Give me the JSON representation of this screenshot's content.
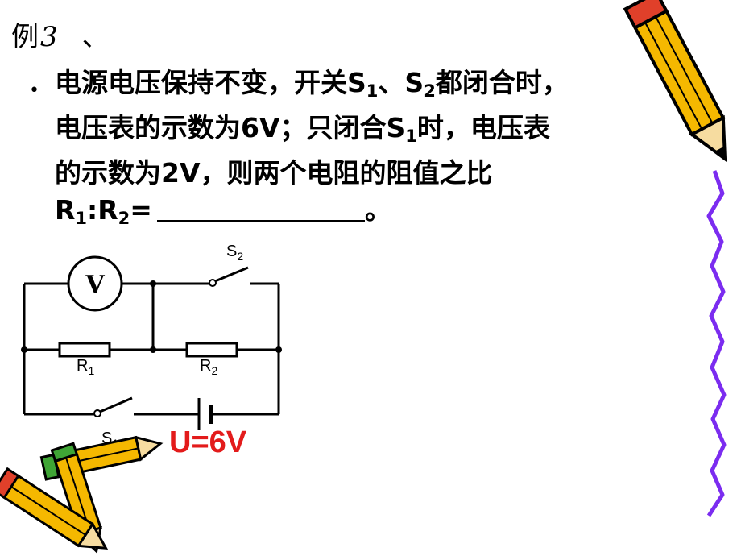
{
  "title": {
    "prefix": "例",
    "number": "3",
    "mark": "、"
  },
  "bullet": "•",
  "problem": {
    "l1a": "电源电压保持不变，开关S",
    "l1s1": "1",
    "l1b": "、S",
    "l1s2": "2",
    "l1c": "都闭合时，",
    "l2a": "电压表的示数为6V；只闭合S",
    "l2s1": "1",
    "l2b": "时，电压表",
    "l3": "的示数为2V，则两个电阻的阻值之比",
    "l4a": "R",
    "l4s1": "1",
    "l4b": ":R",
    "l4s2": "2",
    "l4c": "=",
    "l4end": "。"
  },
  "circuit": {
    "meter": "V",
    "r1": "R",
    "r1_sub": "1",
    "r2": "R",
    "r2_sub": "2",
    "s1": "S",
    "s1_sub": "1",
    "s2": "S",
    "s2_sub": "2",
    "source": "U=6V",
    "colors": {
      "source_label": "#e31b1b",
      "wire": "#000000"
    }
  },
  "decor": {
    "pencil_body": "#f5b800",
    "pencil_outline": "#000000",
    "squiggle": "#7b2cf0",
    "eraser": "#e0402a",
    "cap_green": "#3fa535"
  }
}
